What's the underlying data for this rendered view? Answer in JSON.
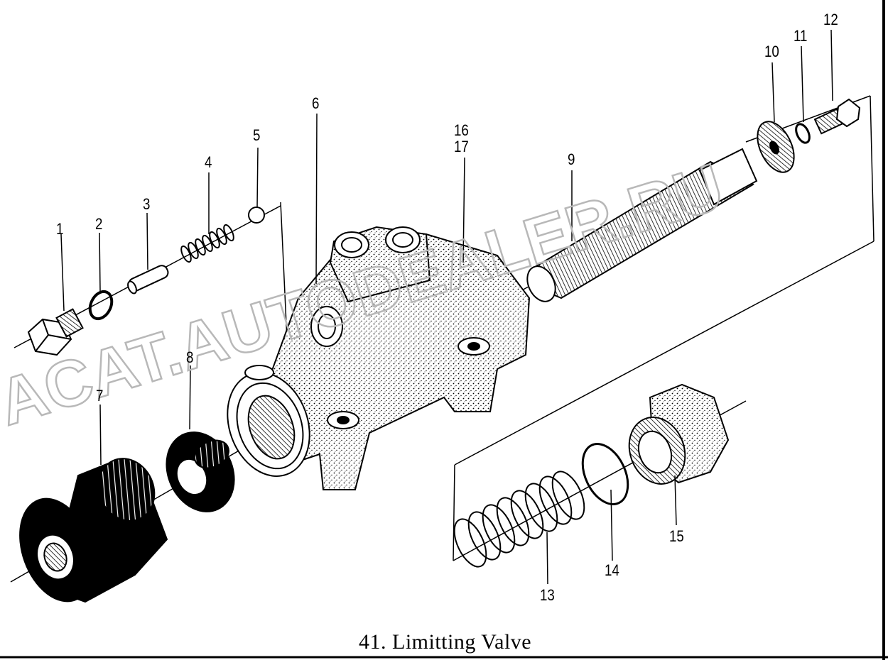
{
  "diagram": {
    "title": "41. Limitting  Valve",
    "watermark": "ACAT.AUTODEALER.RU",
    "callouts": [
      {
        "id": "c1",
        "text": "1"
      },
      {
        "id": "c2",
        "text": "2"
      },
      {
        "id": "c3",
        "text": "3"
      },
      {
        "id": "c4",
        "text": "4"
      },
      {
        "id": "c5",
        "text": "5"
      },
      {
        "id": "c6",
        "text": "6"
      },
      {
        "id": "c7",
        "text": "7"
      },
      {
        "id": "c8",
        "text": "8"
      },
      {
        "id": "c9",
        "text": "9"
      },
      {
        "id": "c10",
        "text": "10"
      },
      {
        "id": "c11",
        "text": "11"
      },
      {
        "id": "c12",
        "text": "12"
      },
      {
        "id": "c13",
        "text": "13"
      },
      {
        "id": "c14",
        "text": "14"
      },
      {
        "id": "c15",
        "text": "15"
      },
      {
        "id": "c16",
        "text": "16"
      },
      {
        "id": "c17",
        "text": "17"
      }
    ]
  },
  "colors": {
    "ink": "#000000",
    "paper": "#ffffff",
    "watermark_stroke": "#b8b8b8"
  }
}
